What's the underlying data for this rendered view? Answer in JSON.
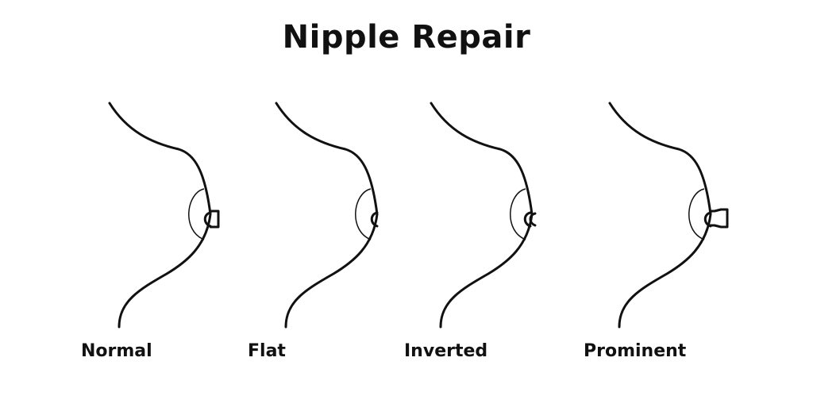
{
  "title": "Nipple Repair",
  "figures": [
    {
      "label": "Normal",
      "nipple": "normal"
    },
    {
      "label": "Flat",
      "nipple": "flat"
    },
    {
      "label": "Inverted",
      "nipple": "inverted"
    },
    {
      "label": "Prominent",
      "nipple": "prominent"
    }
  ]
}
